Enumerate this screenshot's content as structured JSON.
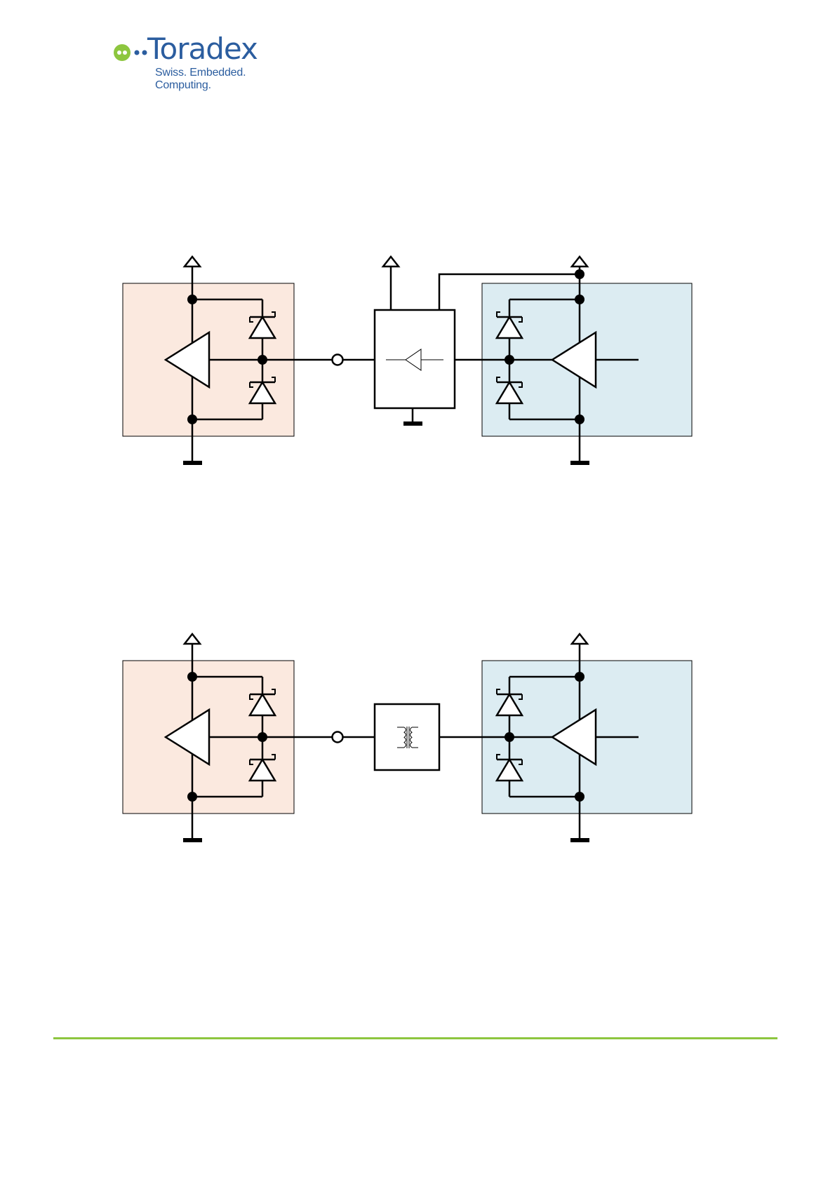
{
  "header": {
    "logo": {
      "wordmark": "Toradex",
      "tagline": "Swiss. Embedded. Computing.",
      "color": "#2b5d9f",
      "dot_color": "#8dc63f"
    }
  },
  "diagrams": [
    {
      "name": "buffer-coupled-link",
      "coupling_icon": "buffer-icon"
    },
    {
      "name": "transformer-coupled-link",
      "coupling_icon": "transformer-icon"
    }
  ],
  "colors": {
    "left_block_fill": "#fbe9df",
    "right_block_fill": "#dcecf2",
    "line": "#000000",
    "footer_rule": "#8dc63f"
  }
}
